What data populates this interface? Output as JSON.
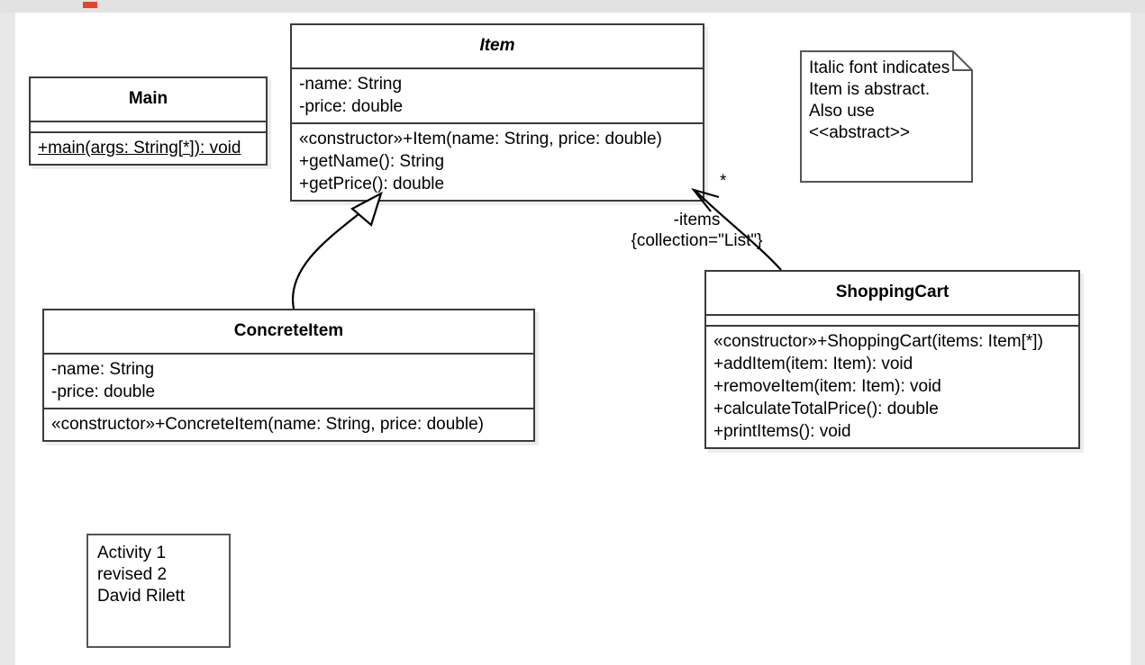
{
  "diagram": {
    "title": "UML Class Diagram",
    "type": "uml-class-diagram",
    "accent_mark_color": "#e8412c",
    "canvas_background": "#ffffff",
    "page_background": "#e8e8e8",
    "line_color": "#3b3b3b"
  },
  "classes": {
    "main": {
      "name": "Main",
      "abstract": false,
      "attributes": [],
      "operations": [
        {
          "text": "+main(args: String[*]): void",
          "static": true
        }
      ]
    },
    "item": {
      "name": "Item",
      "abstract": true,
      "attributes": [
        {
          "text": "-name: String"
        },
        {
          "text": "-price: double"
        }
      ],
      "operations": [
        {
          "text": "«constructor»+Item(name: String, price: double)",
          "static": false
        },
        {
          "text": "+getName(): String",
          "static": false
        },
        {
          "text": "+getPrice(): double",
          "static": false
        }
      ]
    },
    "concrete_item": {
      "name": "ConcreteItem",
      "abstract": false,
      "attributes": [
        {
          "text": "-name: String"
        },
        {
          "text": "-price: double"
        }
      ],
      "operations": [
        {
          "text": "«constructor»+ConcreteItem(name: String, price: double)",
          "static": false
        }
      ]
    },
    "shopping_cart": {
      "name": "ShoppingCart",
      "abstract": false,
      "attributes": [],
      "operations": [
        {
          "text": "«constructor»+ShoppingCart(items: Item[*])",
          "static": false
        },
        {
          "text": "+addItem(item: Item): void",
          "static": false
        },
        {
          "text": "+removeItem(item: Item): void",
          "static": false
        },
        {
          "text": "+calculateTotalPrice(): double",
          "static": false
        },
        {
          "text": "+printItems(): void",
          "static": false
        }
      ]
    }
  },
  "notes": {
    "abstract_note": {
      "text": "Italic font indicates\nItem is abstract.\nAlso use\n<<abstract>>",
      "folded_corner": true
    },
    "activity_note": {
      "text": "Activity 1\nrevised 2\nDavid Rilett",
      "folded_corner": false
    }
  },
  "relationships": {
    "generalization": {
      "source": "ConcreteItem",
      "target": "Item",
      "kind": "generalization",
      "arrowhead": "hollow-triangle"
    },
    "association": {
      "source": "ShoppingCart",
      "target": "Item",
      "kind": "directed-association",
      "arrowhead": "open-arrow",
      "role_label": "-items",
      "constraint_label": "{collection=\"List\"}",
      "target_multiplicity": "*"
    }
  }
}
